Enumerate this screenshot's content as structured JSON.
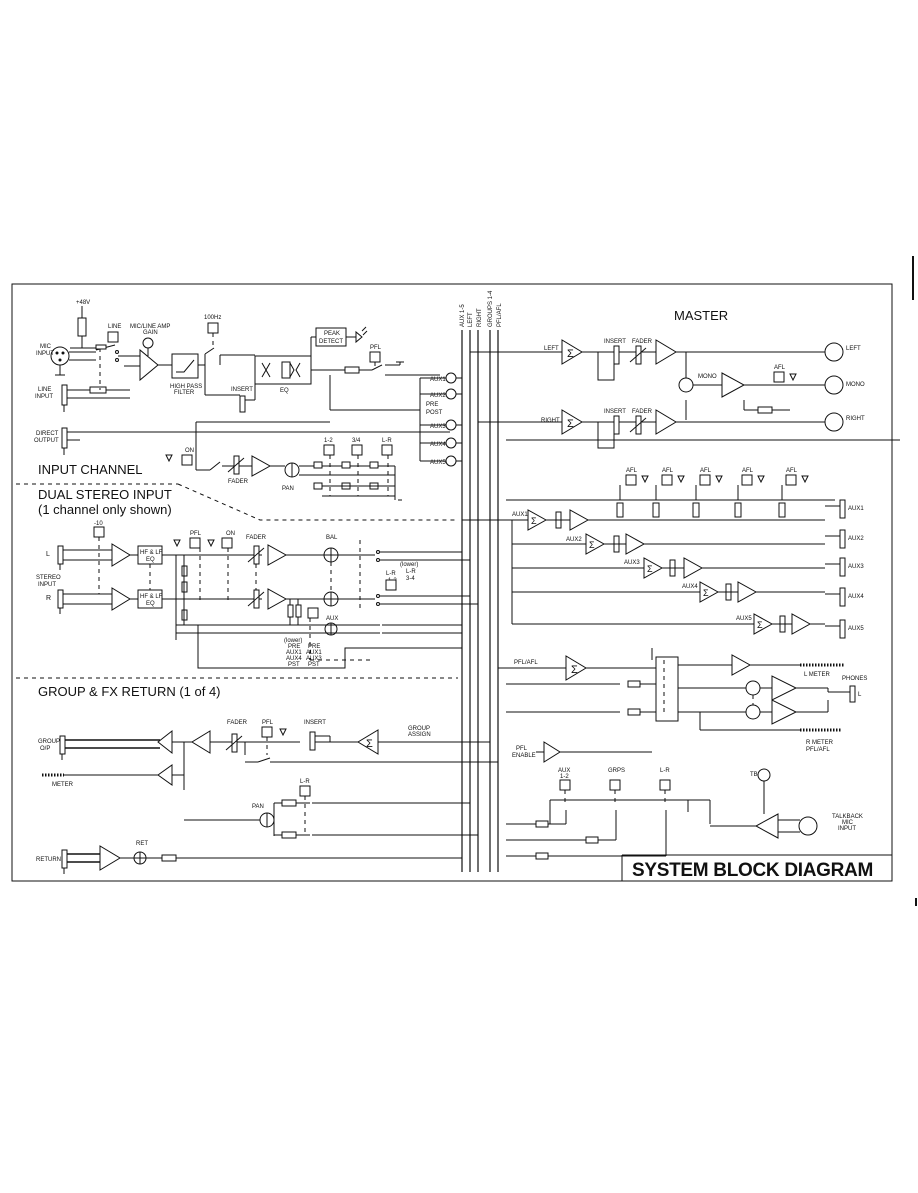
{
  "title": "SYSTEM BLOCK DIAGRAM",
  "sections": {
    "master": "MASTER",
    "input_channel": "INPUT CHANNEL",
    "dual_stereo_1": "DUAL STEREO INPUT",
    "dual_stereo_2": "(1 channel only shown)",
    "group_fx": "GROUP & FX RETURN (1 of 4)"
  },
  "buses": [
    "AUX 1-5",
    "LEFT",
    "RIGHT",
    "GROUPS 1-4",
    "PFL/AFL"
  ],
  "input_channel": {
    "phantom": "+48V",
    "mic_input": [
      "MIC",
      "INPUT"
    ],
    "line_input": [
      "LINE",
      "INPUT"
    ],
    "line": "LINE",
    "gain": [
      "MIC/LINE AMP",
      "GAIN"
    ],
    "hz": "100Hz",
    "peak": [
      "PEAK",
      "DETECT"
    ],
    "hpf": [
      "HIGH PASS",
      "FILTER"
    ],
    "insert": "INSERT",
    "eq": "EQ",
    "pfl": "PFL",
    "direct_output": [
      "DIRECT",
      "OUTPUT"
    ],
    "on": "ON",
    "fader": "FADER",
    "pan": "PAN",
    "routing": [
      "1-2",
      "3/4",
      "L-R"
    ],
    "aux_sends": [
      "AUX1",
      "AUX2",
      "PRE",
      "POST",
      "AUX3",
      "AUX4",
      "AUX5"
    ]
  },
  "stereo_input": {
    "minus10": "-10",
    "l": "L",
    "r": "R",
    "stereo_input": [
      "STEREO",
      "INPUT"
    ],
    "eq_l": [
      "HF & LF",
      "EQ"
    ],
    "eq_r": [
      "HF & LF",
      "EQ"
    ],
    "pfl": "PFL",
    "on": "ON",
    "fader": "FADER",
    "bal": "BAL",
    "aux": "AUX",
    "lower": "(lower)",
    "route_l": [
      "L-R",
      "1-2"
    ],
    "route_r": [
      "L-R",
      "3-4"
    ],
    "aux_legend_1": [
      "(lower)",
      "PRE",
      "AUX1",
      "AUX4",
      "PST"
    ],
    "aux_legend_2": [
      "PRE",
      "AUX1",
      "AUX3",
      "PST"
    ]
  },
  "group_return": {
    "group_op": [
      "GROUP",
      "O/P"
    ],
    "meter": "METER",
    "fader": "FADER",
    "pfl": "PFL",
    "insert": "INSERT",
    "group_assign": [
      "GROUP",
      "ASSIGN"
    ],
    "lr": "L-R",
    "pan": "PAN",
    "ret": "RET",
    "return": "RETURN"
  },
  "master_section": {
    "left": "LEFT",
    "right": "RIGHT",
    "insert": "INSERT",
    "fader": "FADER",
    "mono": "MONO",
    "afl": "AFL",
    "out_left": "LEFT",
    "out_mono": "MONO",
    "out_right": "RIGHT",
    "aux_labels": [
      "AUX1",
      "AUX2",
      "AUX3",
      "AUX4",
      "AUX5"
    ],
    "aux_outs": [
      "AUX1",
      "AUX2",
      "AUX3",
      "AUX4",
      "AUX5"
    ],
    "pfl_afl": "PFL/AFL",
    "l_meter": "L METER",
    "phones": "PHONES",
    "phones_l": "L",
    "r_meter": [
      "R METER",
      "PFL/AFL"
    ],
    "pfl_enable": [
      "PFL",
      "ENABLE"
    ],
    "talkback_buttons": [
      [
        "AUX",
        "1-2"
      ],
      [
        "GRPS"
      ],
      [
        "L-R"
      ]
    ],
    "tb": "TB",
    "talkback_mic": [
      "TALKBACK",
      "MIC",
      "INPUT"
    ]
  }
}
